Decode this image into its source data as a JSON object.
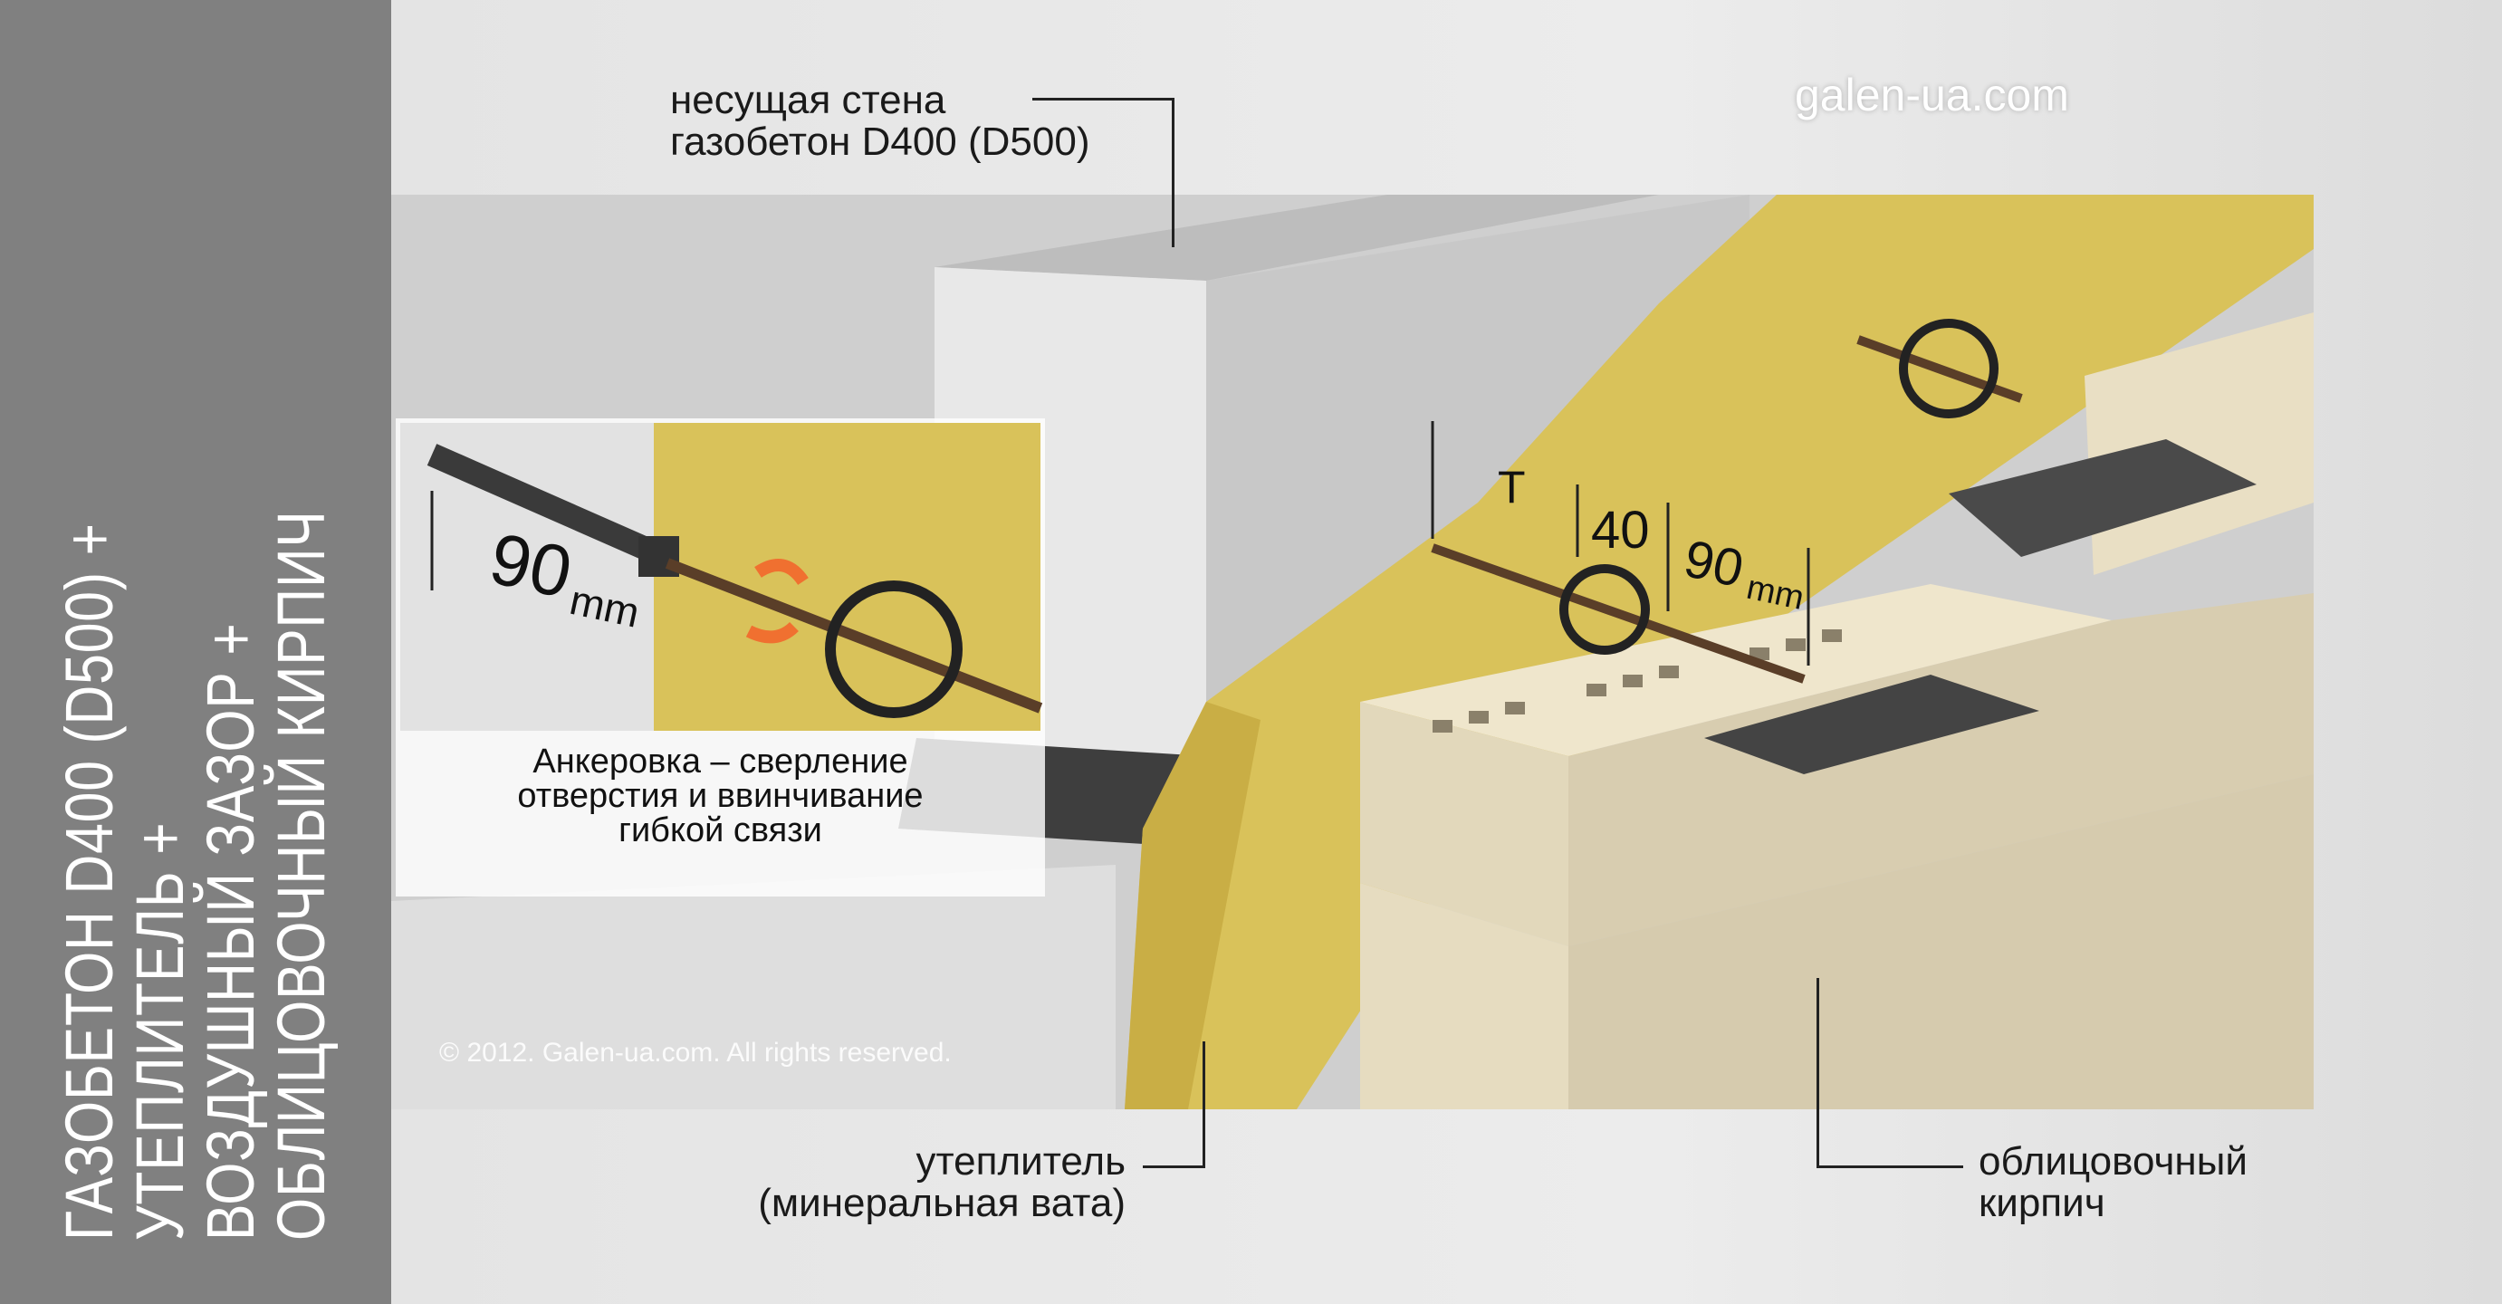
{
  "title_lines": [
    "ГАЗОБЕТОН D400 (D500) +",
    "УТЕПЛИТЕЛЬ +",
    "ВОЗДУШНЫЙ ЗАЗОР +",
    "ОБЛИЦОВОЧНЫЙ КИРПИЧ"
  ],
  "site": "galen-ua.com",
  "labels": {
    "wall_line1": "несущая стена",
    "wall_line2": "газобетон D400 (D500)",
    "insulation_line1": "утеплитель",
    "insulation_line2": "(минеральная вата)",
    "brick_line1": "облицовочный",
    "brick_line2": "кирпич"
  },
  "dimensions": {
    "gap": "40",
    "depth": "90",
    "unit": "mm",
    "t": "T"
  },
  "inset": {
    "depth": "90",
    "unit": "mm",
    "caption_lines": [
      "Анкеровка – сверление",
      "отверстия и ввинчивание",
      "гибкой связи"
    ]
  },
  "copyright": "© 2012. Galen-ua.com. All rights reserved.",
  "colors": {
    "side_panel": "#808080",
    "insulation": "#d9c25a",
    "brick": "#e6dcc0",
    "block": "#dcdcdc",
    "arrow": "#f07030"
  }
}
